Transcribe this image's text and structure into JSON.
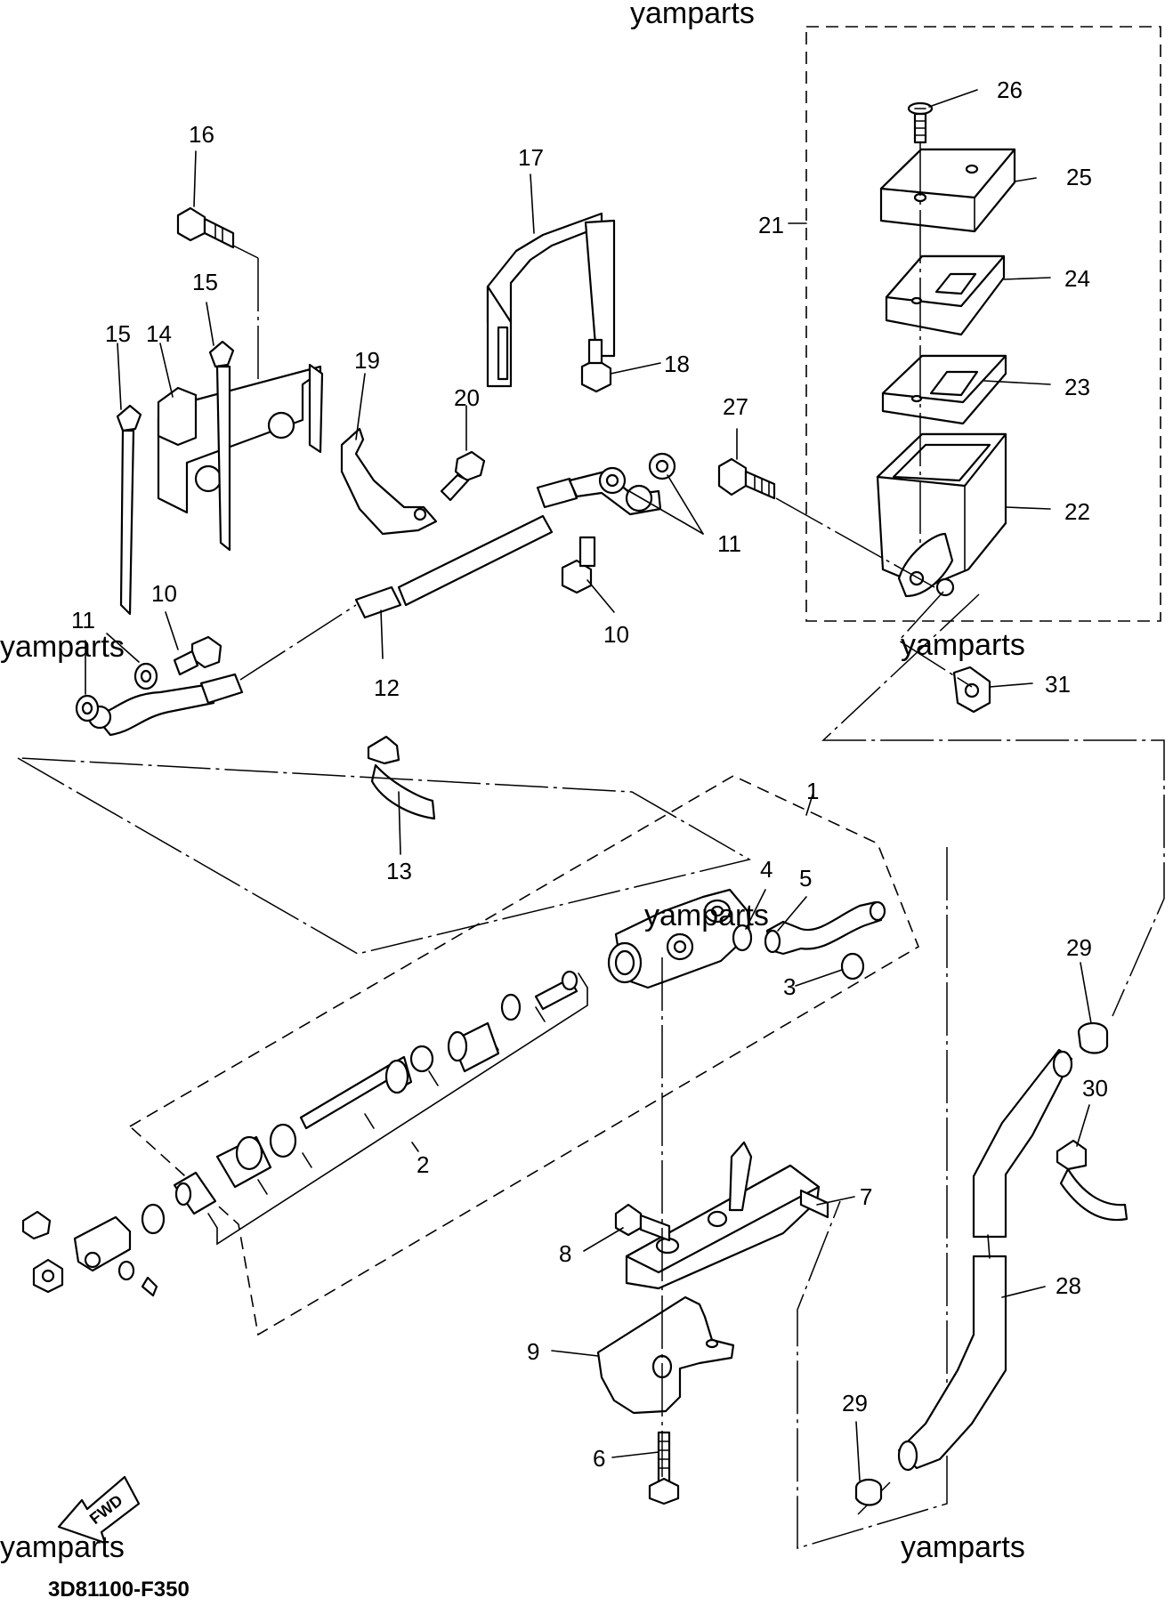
{
  "watermark": "yamparts",
  "diagram_code": "3D81100-F350",
  "fwd_label": "FWD",
  "callouts": {
    "p1": "1",
    "p2": "2",
    "p3": "3",
    "p4": "4",
    "p5": "5",
    "p6": "6",
    "p7": "7",
    "p8": "8",
    "p9": "9",
    "p10a": "10",
    "p10b": "10",
    "p11a": "11",
    "p11b": "11",
    "p12": "12",
    "p13": "13",
    "p14": "14",
    "p15a": "15",
    "p15b": "15",
    "p16": "16",
    "p17": "17",
    "p18": "18",
    "p19": "19",
    "p20": "20",
    "p21": "21",
    "p22": "22",
    "p23": "23",
    "p24": "24",
    "p25": "25",
    "p26": "26",
    "p27": "27",
    "p28": "28",
    "p29a": "29",
    "p29b": "29",
    "p30": "30",
    "p31": "31"
  }
}
